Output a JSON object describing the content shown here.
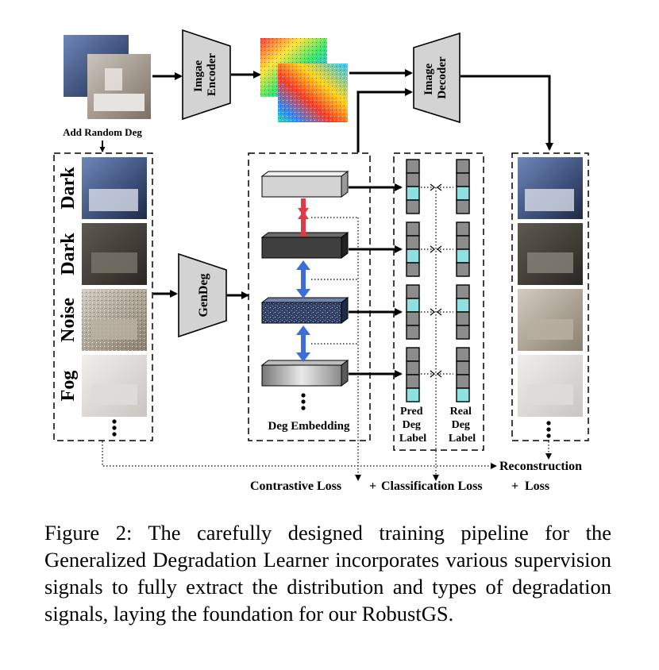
{
  "labels": {
    "add_random_deg": "Add Random Deg",
    "image_encoder": "Imgae Encoder",
    "image_decoder": "Image Decoder",
    "gen_deg": "GenDeg",
    "deg_embedding": "Deg Embedding",
    "pred_deg_label": [
      "Pred",
      "Deg",
      "Label"
    ],
    "real_deg_label": [
      "Real",
      "Deg",
      "Label"
    ],
    "reconstruction": "Reconstruction",
    "loss_line": [
      "Contrastive Loss",
      "+",
      "Classification Loss",
      "+",
      "Loss"
    ],
    "deg_types": [
      "Dark",
      "Dark",
      "Noise",
      "Fog"
    ]
  },
  "caption": "Figure 2: The carefully designed training pipeline for the Generalized Degradation Learner incorporates various supervision signals to fully extract the distribution and types of degradation signals, laying the foundation for our RobustGS.",
  "colors": {
    "block_gray": "#d3d3d3",
    "label_cell_highlight": "#8fe0e0",
    "arrow_red": "#dc3c46",
    "arrow_blue": "#3d6ed8"
  }
}
